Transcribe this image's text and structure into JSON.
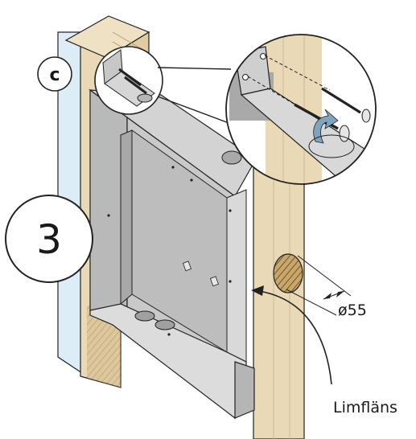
{
  "step_number": "3",
  "detail_label": "c",
  "hole_diameter": "ø55",
  "flange_label": "Limfläns",
  "colors": {
    "wood": "#e9d9b6",
    "wood_dark": "#d6c092",
    "metal": "#c3c3c3",
    "metal_light": "#dcdcdc",
    "metal_dark": "#9f9f9f",
    "insulation": "#dcedf7",
    "outline": "#222222",
    "arrow_blue": "#7fa4bf"
  }
}
